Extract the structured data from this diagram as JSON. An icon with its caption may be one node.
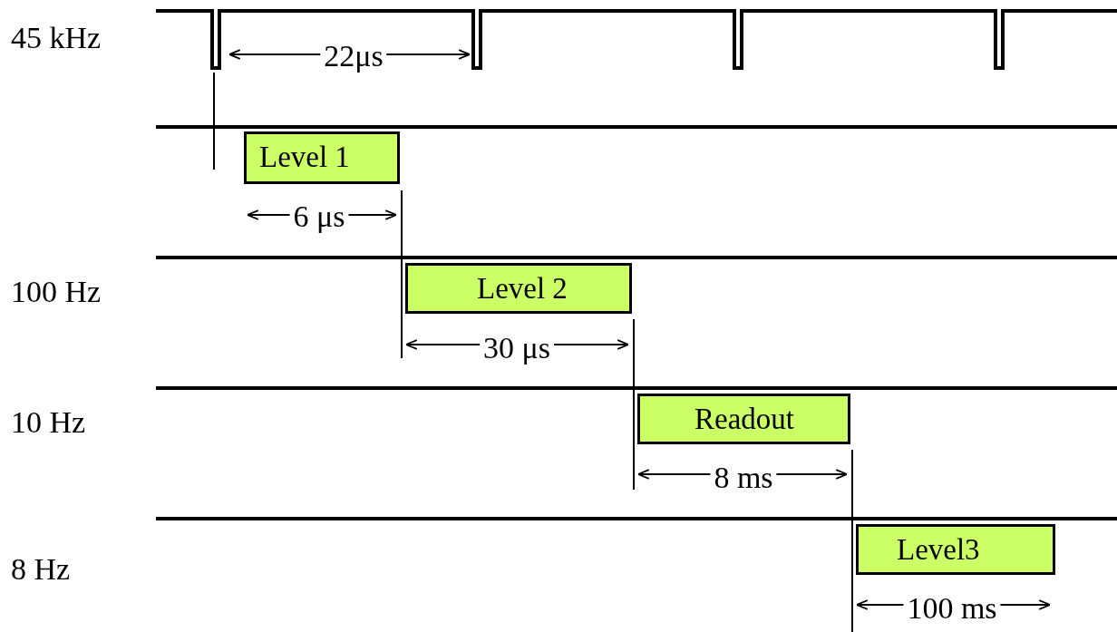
{
  "diagram": {
    "nodes": [
      {
        "text": [
          "Level 1"
        ]
      },
      {
        "text": [
          "Level 2"
        ]
      },
      {
        "text": [
          "Readout"
        ]
      },
      {
        "text": [
          "Level3"
        ]
      }
    ],
    "labels": [
      "45 kHz",
      "22μs",
      "6 μs",
      "100 Hz",
      "30 μs",
      "10 Hz",
      "8 ms",
      "8 Hz",
      "100 ms"
    ]
  }
}
